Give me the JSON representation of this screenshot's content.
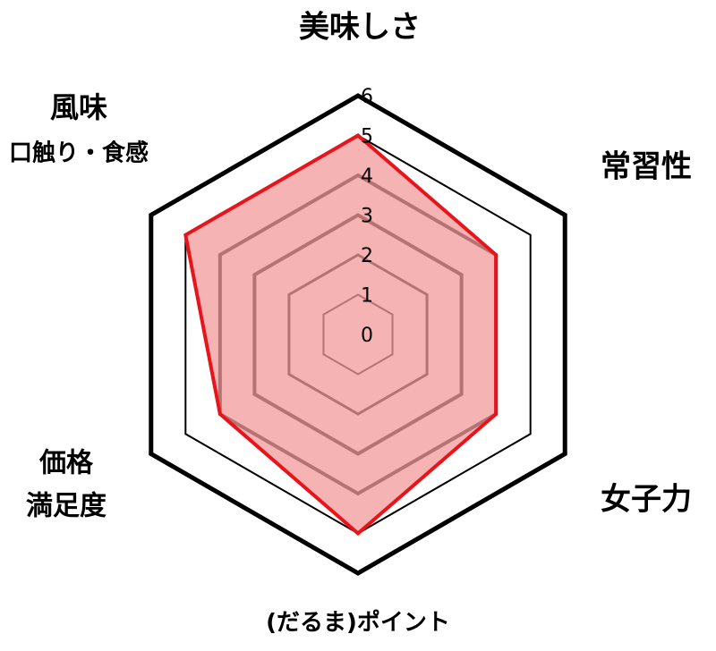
{
  "chart_data": {
    "type": "radar",
    "axes": [
      "美味しさ",
      "常習性",
      "女子力",
      "(だるま)ポイント",
      "価格 満足度",
      "風味 口触り・食感"
    ],
    "axis_label_lines": [
      [
        "美味しさ"
      ],
      [
        "常習性"
      ],
      [
        "女子力"
      ],
      [
        "(だるま)ポイント"
      ],
      [
        "価格",
        "満足度"
      ],
      [
        "風味",
        "口触り・食感"
      ]
    ],
    "ticks": [
      "0",
      "1",
      "2",
      "3",
      "4",
      "5",
      "6"
    ],
    "rlim": [
      0,
      6
    ],
    "series": [
      {
        "values": [
          5,
          4,
          4,
          5,
          4,
          5
        ]
      }
    ],
    "colors": {
      "series_line": "#e8141c",
      "series_fill": "#f29a9a",
      "grid": "#000000"
    }
  }
}
